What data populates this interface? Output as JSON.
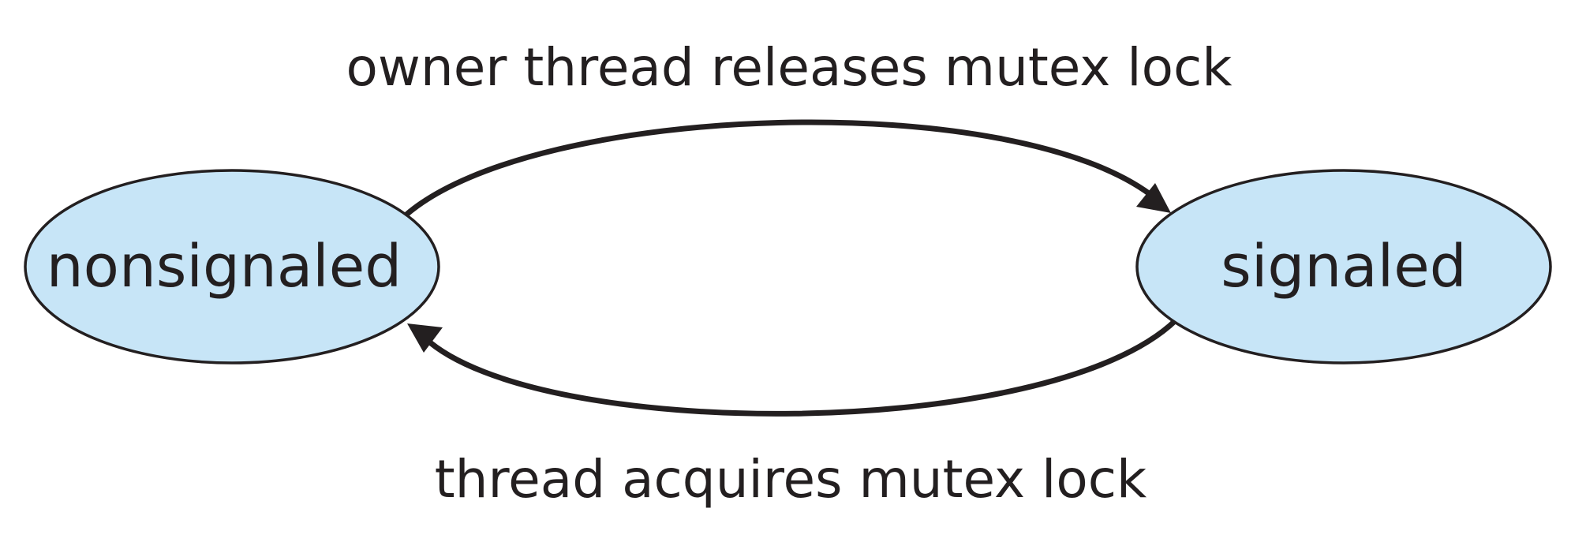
{
  "nodes": {
    "nonsignaled": {
      "label": "nonsignaled"
    },
    "signaled": {
      "label": "signaled"
    }
  },
  "edges": {
    "release": {
      "from": "nonsignaled",
      "to": "signaled",
      "label": "owner thread releases mutex lock"
    },
    "acquire": {
      "from": "signaled",
      "to": "nonsignaled",
      "label": "thread acquires mutex lock"
    }
  },
  "colors": {
    "node_fill": "#c7e5f7",
    "stroke": "#231f20",
    "text": "#231f20"
  }
}
